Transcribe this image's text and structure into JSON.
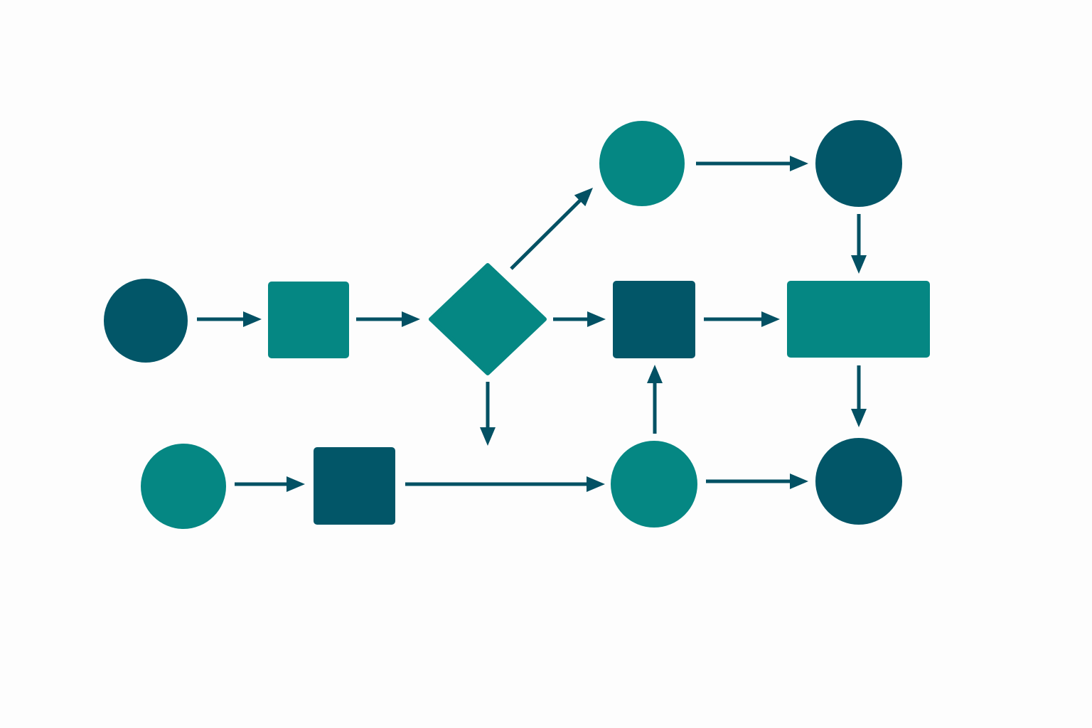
{
  "colors": {
    "background": "#fdfdfd",
    "teal": "#058783",
    "dark": "#025668",
    "arrow": "#035164"
  },
  "nodes": [
    {
      "id": "start-circle",
      "shape": "circle",
      "color": "dark"
    },
    {
      "id": "step-a",
      "shape": "square",
      "color": "teal"
    },
    {
      "id": "decision",
      "shape": "diamond",
      "color": "teal"
    },
    {
      "id": "branch-top-circle",
      "shape": "circle",
      "color": "teal"
    },
    {
      "id": "top-right-circle",
      "shape": "circle",
      "color": "dark"
    },
    {
      "id": "step-b",
      "shape": "square",
      "color": "dark"
    },
    {
      "id": "merge-rect",
      "shape": "rectangle",
      "color": "teal"
    },
    {
      "id": "lower-start-circle",
      "shape": "circle",
      "color": "teal"
    },
    {
      "id": "step-c",
      "shape": "square",
      "color": "dark"
    },
    {
      "id": "lower-mid-circle",
      "shape": "circle",
      "color": "teal"
    },
    {
      "id": "end-circle",
      "shape": "circle",
      "color": "dark"
    }
  ],
  "edges": [
    {
      "from": "start-circle",
      "to": "step-a"
    },
    {
      "from": "step-a",
      "to": "decision"
    },
    {
      "from": "decision",
      "to": "branch-top-circle"
    },
    {
      "from": "decision",
      "to": "step-b"
    },
    {
      "from": "decision",
      "to": "lower-branch",
      "dangling": true
    },
    {
      "from": "branch-top-circle",
      "to": "top-right-circle"
    },
    {
      "from": "top-right-circle",
      "to": "merge-rect"
    },
    {
      "from": "step-b",
      "to": "merge-rect"
    },
    {
      "from": "merge-rect",
      "to": "end-circle"
    },
    {
      "from": "lower-start-circle",
      "to": "step-c"
    },
    {
      "from": "step-c",
      "to": "lower-mid-circle"
    },
    {
      "from": "lower-mid-circle",
      "to": "step-b"
    },
    {
      "from": "lower-mid-circle",
      "to": "end-circle"
    }
  ]
}
